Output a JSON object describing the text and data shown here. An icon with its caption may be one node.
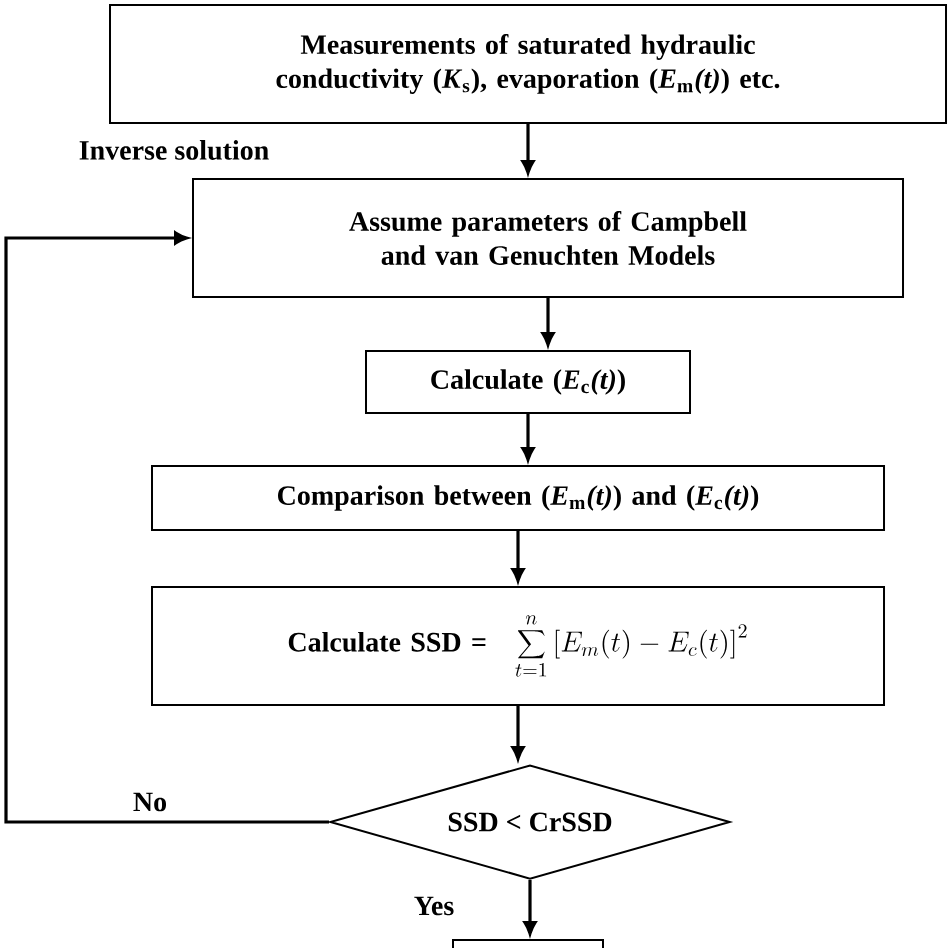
{
  "diagram": {
    "nodes": [
      {
        "text": [
          "Measurements of saturated hydraulic conductivity (*K*$_{s}$), evaporation (*E*$_{m}$*(t)*) etc."
        ]
      },
      {
        "text": [
          "Assume parameters of Campbell and van Genuchten Models"
        ]
      },
      {
        "text": [
          "Calculate (*E*$_{c}$*(t)*)"
        ]
      },
      {
        "text": [
          "Comparison between (*E*$_{m}$*(t)*) and (*E*$_{c}$*(t)*)"
        ]
      },
      {
        "text": [
          "Calculate SSD =",
          "\\sum_{t=1}^{n} \\left[E_m(t) - E_c(t)\\right]^2"
        ]
      },
      {
        "text": [
          "SSD < CrSSD"
        ]
      },
      {
        "text": [],
        "shape": "box"
      }
    ],
    "edges": [
      {
        "from": 0,
        "to": 1,
        "arrow": "to"
      },
      {
        "from": 1,
        "to": 2,
        "arrow": "to"
      },
      {
        "from": 2,
        "to": 3,
        "arrow": "to"
      },
      {
        "from": 3,
        "to": 4,
        "arrow": "to"
      },
      {
        "from": 4,
        "to": 5,
        "arrow": "to"
      },
      {
        "from": 5,
        "to": 1,
        "arrow": "to",
        "label": "No"
      },
      {
        "from": 5,
        "to": 6,
        "arrow": "to",
        "label": "Yes"
      }
    ],
    "labels": [
      "Inverse solution"
    ]
  }
}
